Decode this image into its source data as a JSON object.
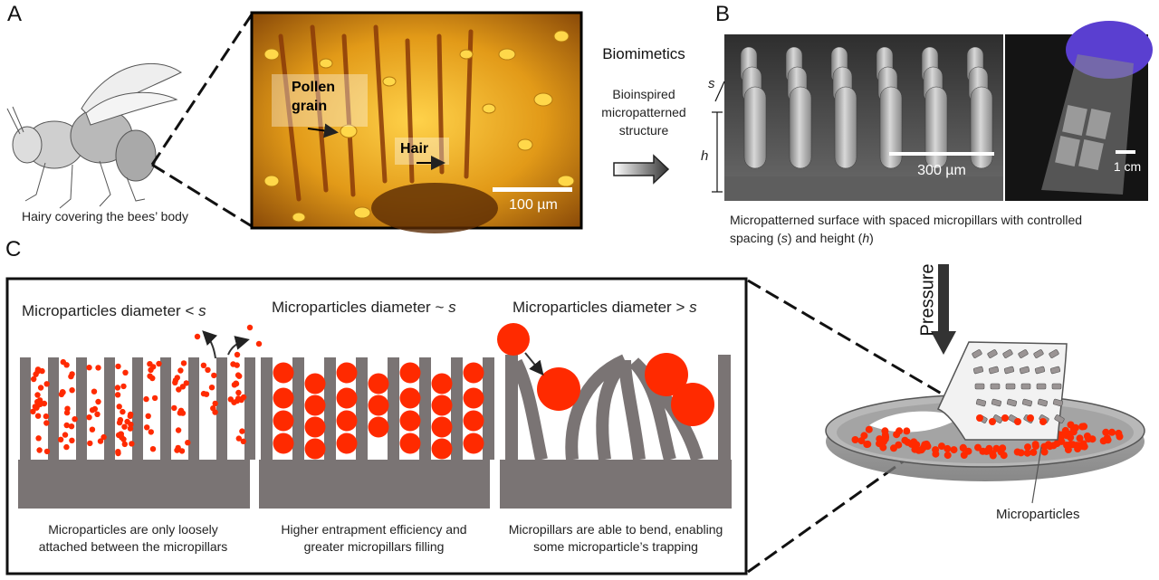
{
  "panels": {
    "a": "A",
    "b": "B",
    "c": "C"
  },
  "panel_a": {
    "bee_caption": "Hairy covering the bees’ body",
    "photo_labels": {
      "pollen_line1": "Pollen",
      "pollen_line2": "grain",
      "hair": "Hair",
      "scale": "100 µm"
    }
  },
  "middle": {
    "title": "Biomimetics",
    "desc_line1": "Bioinspired",
    "desc_line2": "micropatterned",
    "desc_line3": "structure"
  },
  "panel_b": {
    "s_label": "s",
    "h_label": "h",
    "sem_scale": "300 µm",
    "photo_scale": "1 cm",
    "caption_line1": "Micropatterned surface with spaced micropillars with controlled",
    "caption_line2_a": "spacing (",
    "caption_line2_s": "s",
    "caption_line2_b": ") and height (",
    "caption_line2_h": "h",
    "caption_line2_c": ")"
  },
  "panel_c": {
    "scenarios": [
      {
        "title_text": "Microparticles diameter < ",
        "title_var": "s",
        "cap_line1": "Microparticles are only loosely",
        "cap_line2": "attached between the micropillars"
      },
      {
        "title_text": "Microparticles diameter ~ ",
        "title_var": "s",
        "cap_line1": "Higher  entrapment efficiency and",
        "cap_line2": "greater micropillars filling"
      },
      {
        "title_text": "Microparticles diameter > ",
        "title_var": "s",
        "cap_line1": "Micropillars are able to bend, enabling",
        "cap_line2": "some microparticle’s trapping"
      }
    ],
    "pressure_label": "Pressure",
    "microparticles_label": "Microparticles"
  },
  "colors": {
    "pillar": "#7a7474",
    "particle": "#ff2a00",
    "photo_gold": "#e0a020",
    "sem": "#6e6e6e"
  }
}
